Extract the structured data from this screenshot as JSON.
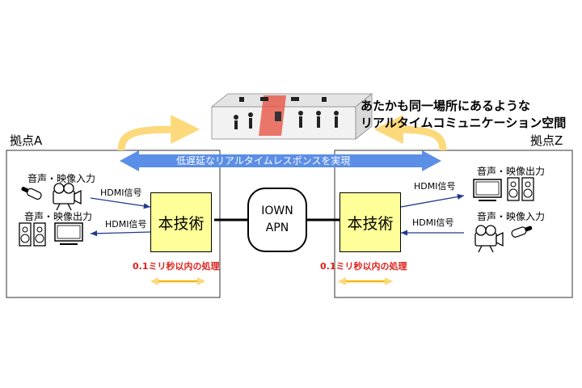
{
  "headline": {
    "line1": "あたかも同一場所にあるような",
    "line2": "リアルタイムコミュニケーション空間"
  },
  "banner": {
    "text": "低遅延なリアルタイムレスポンスを実現"
  },
  "site_a": {
    "label": "拠点A",
    "input_label": "音声・映像入力",
    "output_label": "音声・映像出力",
    "hdmi_in": "HDMI信号",
    "hdmi_out": "HDMI信号",
    "processor": "本技術",
    "latency": "0.1ミリ秒以内の処理"
  },
  "site_z": {
    "label": "拠点Z",
    "output_label": "音声・映像出力",
    "input_label": "音声・映像入力",
    "hdmi_out": "HDMI信号",
    "hdmi_in": "HDMI信号",
    "processor": "本技術",
    "latency": "0.1ミリ秒以内の処理"
  },
  "network": {
    "line1": "IOWN",
    "line2": "APN"
  },
  "colors": {
    "banner_blue": "#5b8ee6",
    "arc_yellow": "#fcd97a",
    "processor_fill": "#ffff99",
    "latency_red": "#e0201b",
    "latency_arrow": "#f5b800",
    "signal_arrow": "#1f3a8a",
    "room_highlight": "#e74c3c"
  },
  "icons": [
    "microphone-icon",
    "video-camera-icon",
    "speaker-icon",
    "monitor-icon"
  ]
}
